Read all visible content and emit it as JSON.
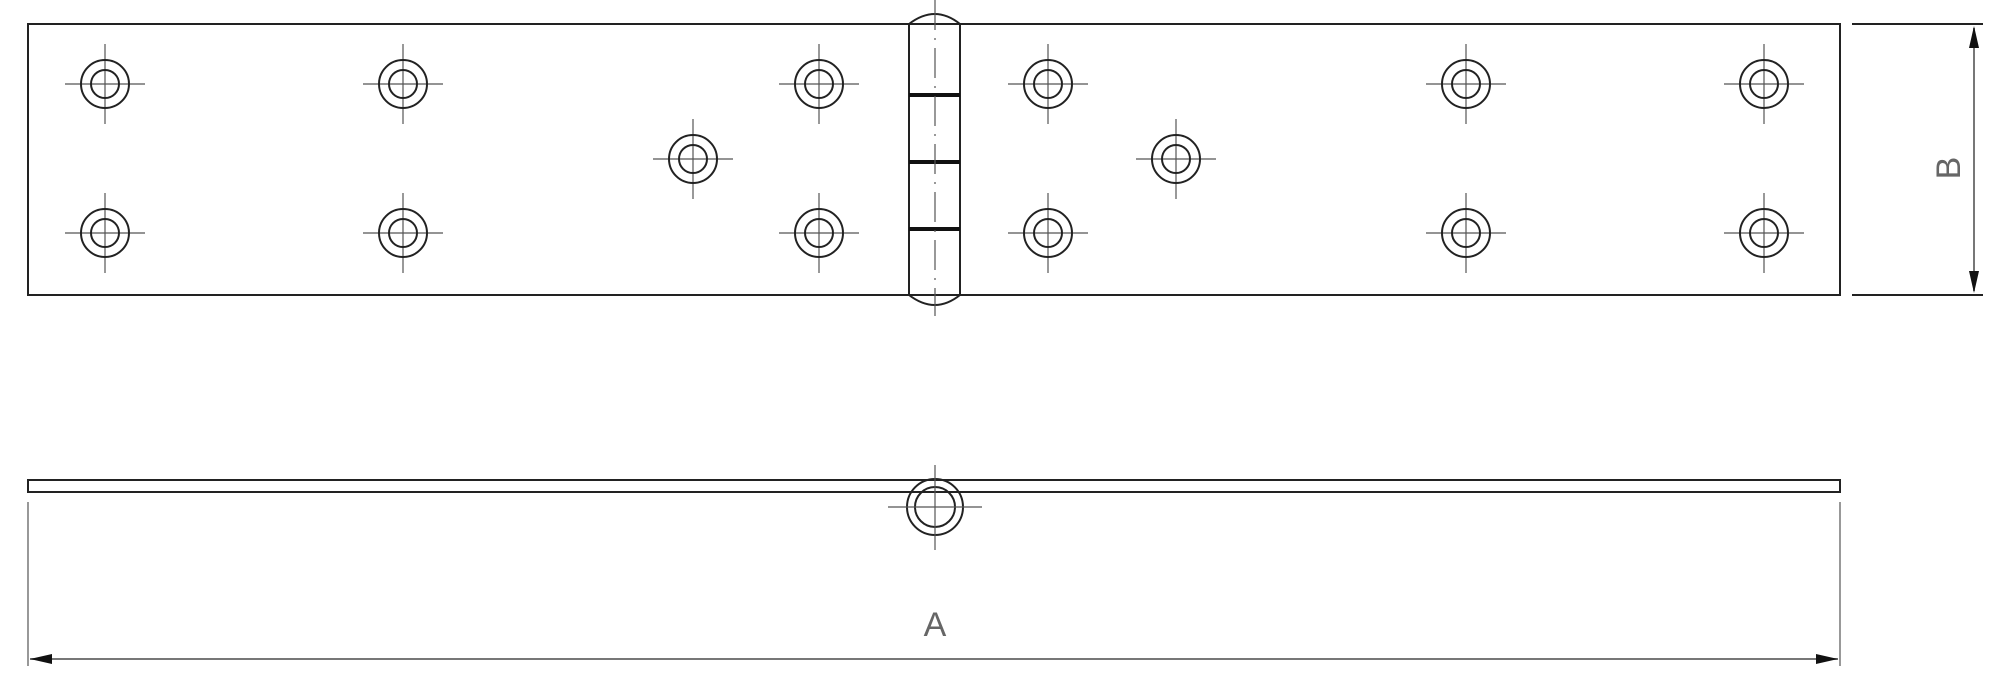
{
  "drawing": {
    "subject": "hinge",
    "dimension_labels": {
      "length": "A",
      "width": "B"
    },
    "top_view": {
      "hole_count": 14,
      "knuckle_segments": 4
    },
    "colors": {
      "line": "#222222",
      "dimension": "#777777"
    }
  }
}
